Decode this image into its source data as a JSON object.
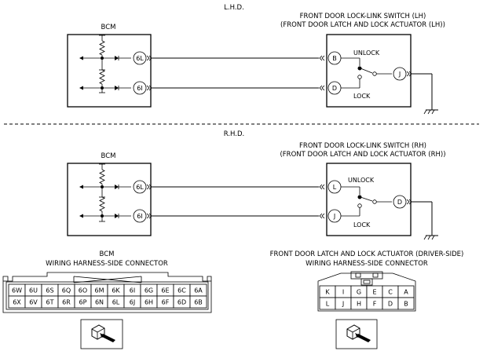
{
  "lhd": {
    "label": "L.H.D.",
    "bcm_label": "BCM",
    "switch_label_1": "FRONT DOOR LOCK-LINK SWITCH (LH)",
    "switch_label_2": "(FRONT DOOR LATCH AND LOCK ACTUATOR (LH))",
    "bcm_pin_top": "6L",
    "bcm_pin_bottom": "6I",
    "sw_pin_top": "B",
    "sw_pin_bottom": "D",
    "sw_pin_out": "J",
    "unlock": "UNLOCK",
    "lock": "LOCK"
  },
  "rhd": {
    "label": "R.H.D.",
    "bcm_label": "BCM",
    "switch_label_1": "FRONT DOOR LOCK-LINK SWITCH (RH)",
    "switch_label_2": "(FRONT DOOR LATCH AND LOCK ACTUATOR (RH))",
    "bcm_pin_top": "6L",
    "bcm_pin_bottom": "6I",
    "sw_pin_top": "L",
    "sw_pin_bottom": "J",
    "sw_pin_out": "D",
    "unlock": "UNLOCK",
    "lock": "LOCK"
  },
  "bcm_connector": {
    "title_1": "BCM",
    "title_2": "WIRING HARNESS-SIDE CONNECTOR",
    "rows": [
      [
        "6W",
        "6U",
        "6S",
        "6Q",
        "6O",
        "6M",
        "6K",
        "6I",
        "6G",
        "6E",
        "6C",
        "6A"
      ],
      [
        "6X",
        "6V",
        "6T",
        "6R",
        "6P",
        "6N",
        "6L",
        "6J",
        "6H",
        "6F",
        "6D",
        "6B"
      ]
    ]
  },
  "actuator_connector": {
    "title_1": "FRONT DOOR LATCH AND LOCK ACTUATOR (DRIVER-SIDE)",
    "title_2": "WIRING HARNESS-SIDE CONNECTOR",
    "rows": [
      [
        "K",
        "I",
        "G",
        "E",
        "C",
        "A"
      ],
      [
        "L",
        "J",
        "H",
        "F",
        "D",
        "B"
      ]
    ]
  },
  "icons": {
    "connector_view": "harness-side-connector-view-icon",
    "ground": "ground-icon"
  }
}
